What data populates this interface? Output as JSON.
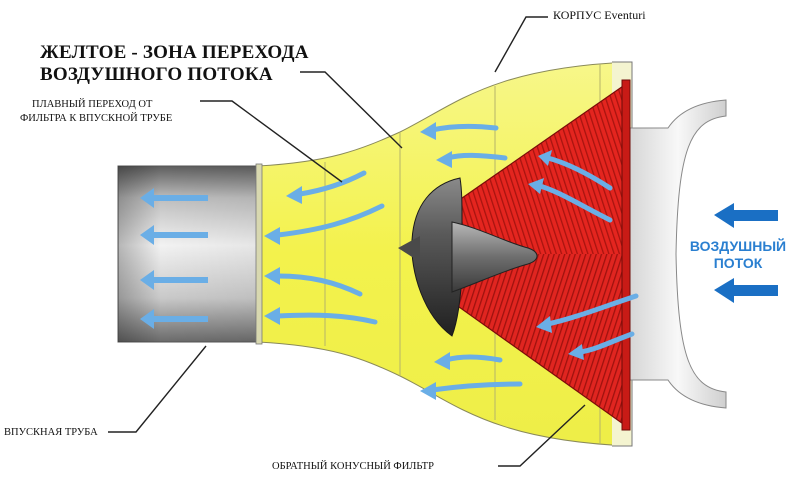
{
  "labels": {
    "housing": "КОРПУС Eventuri",
    "yellow_zone_line1": "ЖЕЛТОЕ - ЗОНА ПЕРЕХОДА",
    "yellow_zone_line2": "ВОЗДУШНОГО ПОТОКА",
    "smooth_line1": "ПЛАВНЫЙ ПЕРЕХОД ОТ",
    "smooth_line2": "ФИЛЬТРА К ВПУСКНОЙ ТРУБЕ",
    "intake_pipe": "ВПУСКНАЯ ТРУБА",
    "filter": "ОБРАТНЫЙ КОНУСНЫЙ ФИЛЬТР",
    "airflow_line1": "ВОЗДУШНЫЙ",
    "airflow_line2": "ПОТОК"
  },
  "colors": {
    "housing_yellow": "#f3f252",
    "filter_red": "#e4251f",
    "flow_arrow_light_blue": "#6aaee6",
    "airflow_arrow_blue": "#1a6fc4",
    "airflow_text_blue": "#2a7fd0",
    "pipe_gray": "#8e8e8e",
    "cone_dark": "#3a3a3a"
  },
  "icons": {
    "flow_arrows": "arrow-left-icon",
    "incoming_air": "arrow-left-icon"
  }
}
